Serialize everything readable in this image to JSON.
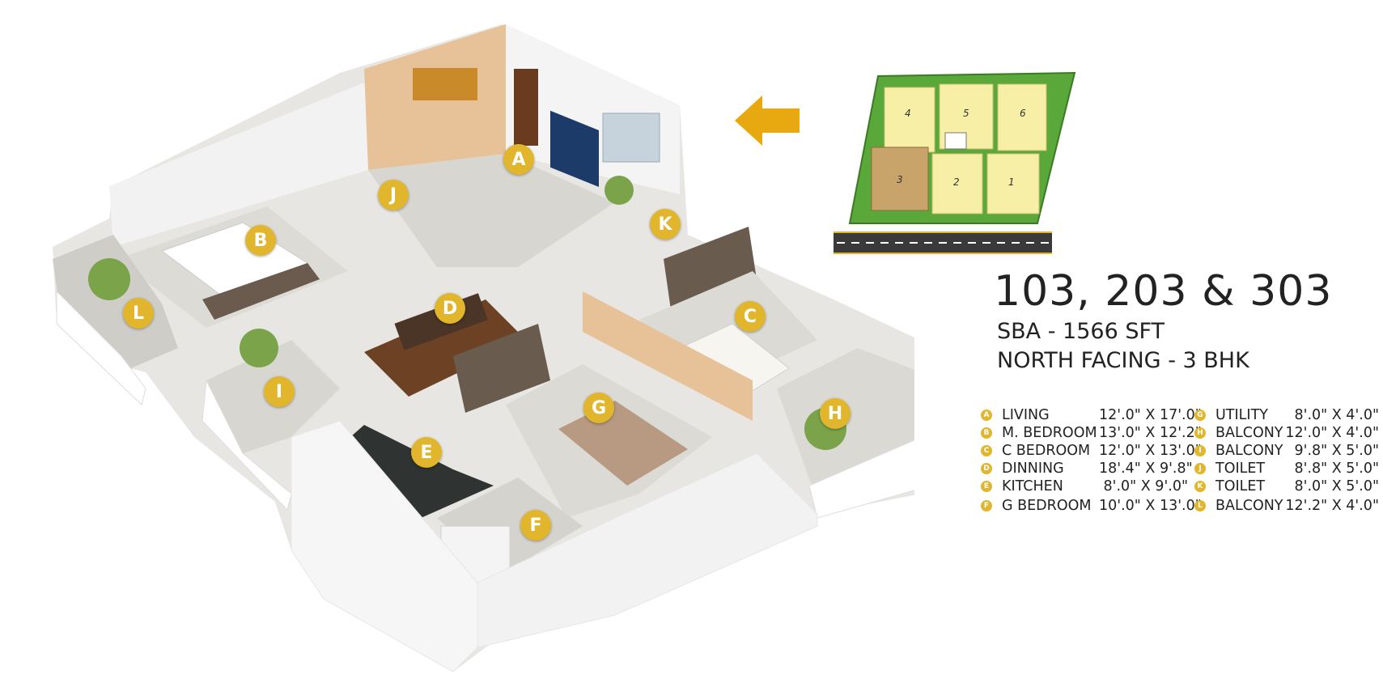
{
  "markers": {
    "A": "A",
    "B": "B",
    "C": "C",
    "D": "D",
    "E": "E",
    "F": "F",
    "G": "G",
    "H": "H",
    "I": "I",
    "J": "J",
    "K": "K",
    "L": "L"
  },
  "site_plan": {
    "units": [
      "4",
      "5",
      "6",
      "3",
      "2",
      "1"
    ],
    "highlighted_unit": "3"
  },
  "unit": {
    "title": "103, 203 & 303",
    "sba": "SBA - 1566 SFT",
    "facing": "NORTH FACING - 3 BHK"
  },
  "legend": [
    {
      "key": "A",
      "name": "LIVING",
      "size": "12'.0\" X 17'.0\""
    },
    {
      "key": "B",
      "name": "M. BEDROOM",
      "size": "13'.0\" X 12'.2\""
    },
    {
      "key": "C",
      "name": "C BEDROOM",
      "size": "12'.0\" X 13'.0\""
    },
    {
      "key": "D",
      "name": "DINNING",
      "size": "18'.4\" X 9'.8\""
    },
    {
      "key": "E",
      "name": "KITCHEN",
      "size": "8'.0\" X 9'.0\""
    },
    {
      "key": "F",
      "name": "G BEDROOM",
      "size": "10'.0\" X 13'.0\""
    },
    {
      "key": "G",
      "name": "UTILITY",
      "size": "8'.0\" X 4'.0\""
    },
    {
      "key": "H",
      "name": "BALCONY",
      "size": "12'.0\" X 4'.0\""
    },
    {
      "key": "I",
      "name": "BALCONY",
      "size": "9'.8\" X 5'.0\""
    },
    {
      "key": "J",
      "name": "TOILET",
      "size": "8'.8\" X 5'.0\""
    },
    {
      "key": "K",
      "name": "TOILET",
      "size": "8'.0\" X 5'.0\""
    },
    {
      "key": "L",
      "name": "BALCONY",
      "size": "12'.2\" X 4'.0\""
    }
  ],
  "colors": {
    "accent": "#e2b62c",
    "arrow": "#e8a80f",
    "grass": "#5aa83a",
    "unit_fill": "#f6efa5",
    "highlight_unit_fill": "#c9a46a",
    "wall": "#f1f1f1",
    "floor": "#dcdcd8"
  },
  "icons": {
    "arrow": "left-arrow-icon",
    "road": "road-icon"
  }
}
